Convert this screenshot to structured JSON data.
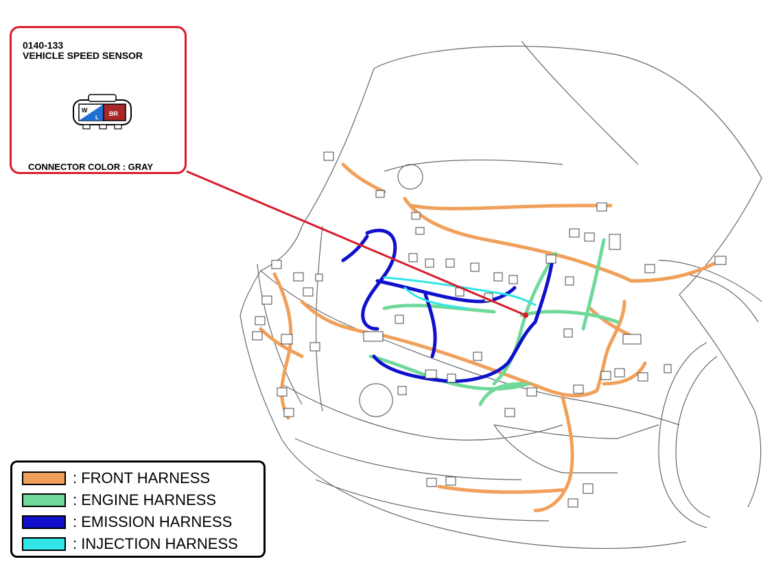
{
  "callout": {
    "code": "0140-133",
    "name": "VEHICLE SPEED SENSOR",
    "pins": [
      {
        "label": "W",
        "color": "#ffffff"
      },
      {
        "label": "L",
        "color": "#1f6fd1"
      },
      {
        "label": "BR",
        "color": "#a8282a"
      }
    ],
    "connector_color": "CONNECTOR COLOR : GRAY"
  },
  "legend": [
    {
      "label": ": FRONT HARNESS",
      "color": "#f0a05a"
    },
    {
      "label": ": ENGINE HARNESS",
      "color": "#6fd99a"
    },
    {
      "label": ": EMISSION HARNESS",
      "color": "#1010cc"
    },
    {
      "label": ": INJECTION HARNESS",
      "color": "#30e6e6"
    }
  ],
  "colors": {
    "callout_border": "#d81b2a",
    "leader_line": "#d81b2a",
    "outline": "#555555"
  }
}
